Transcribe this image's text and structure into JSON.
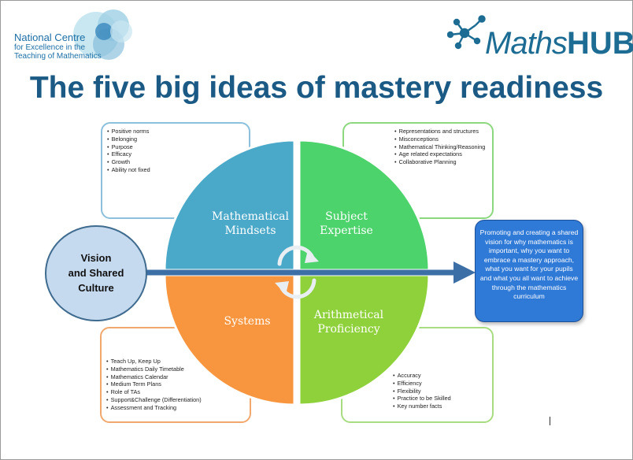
{
  "header": {
    "ncetm_logo": {
      "line1": "National Centre",
      "line2": "for Excellence in the",
      "line3": "Teaching of Mathematics"
    },
    "mathshubs_logo": {
      "italic": "Maths",
      "bold": "HUBS"
    },
    "title": "The five big ideas of mastery readiness"
  },
  "quadrants": {
    "mindsets": {
      "line1": "Mathematical",
      "line2": "Mindsets",
      "color": "#4aa8c8"
    },
    "expertise": {
      "line1": "Subject",
      "line2": "Expertise",
      "color": "#4dd36c"
    },
    "systems": {
      "line1": "Systems",
      "color": "#f7963e"
    },
    "proficiency": {
      "line1": "Arithmetical",
      "line2": "Proficiency",
      "color": "#8fd13a"
    }
  },
  "boxes": {
    "mindsets": [
      "Positive norms",
      "Belonging",
      "Purpose",
      "Efficacy",
      "Growth",
      "Ability not fixed"
    ],
    "expertise": [
      "Representations and structures",
      "Misconceptions",
      "Mathematical Thinking/Reasoning",
      "Age related expectations",
      "Collaborative Planning"
    ],
    "systems": [
      "Teach Up, Keep Up",
      "Mathematics Daily Timetable",
      "Mathematics Calendar",
      "Medium Term Plans",
      "Role of TAs",
      "Support&Challenge (Differentiation)",
      "Assessment and Tracking"
    ],
    "proficiency": [
      "Accuracy",
      "Efficiency",
      "Flexibility",
      "Practice to be Skilled",
      "Key number facts"
    ]
  },
  "vision": {
    "line1": "Vision",
    "line2": "and Shared",
    "line3": "Culture"
  },
  "promo": {
    "text": "Promoting and creating a shared vision for why mathematics is important, why you want to embrace a mastery approach, what you want for your pupils and what you all want to achieve through the mathematics curriculum"
  },
  "colors": {
    "title": "#1b5a84",
    "arrow": "#3b6fa6",
    "promo_bg": "#2f79d7"
  }
}
